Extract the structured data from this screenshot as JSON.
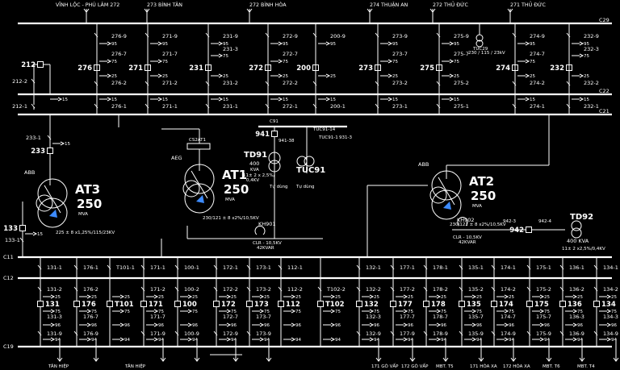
{
  "buses": {
    "c29": "C29",
    "c22": "C22",
    "c21": "C21",
    "c11": "C11",
    "c12": "C12",
    "c19": "C19",
    "c91": "C91"
  },
  "top_feeders": [
    {
      "name": "VĨNH LỘC - PHÚ LÂM 272"
    },
    {
      "name": "273 BÌNH TÂN"
    },
    {
      "name": "272 BÌNH HÒA"
    },
    {
      "name": "274 THUẬN AN"
    },
    {
      "name": "272 THỦ ĐỨC"
    },
    {
      "name": "271 THỦ ĐỨC"
    }
  ],
  "bays_110": [
    {
      "id": "212",
      "s1": "212-2",
      "s2": "212-1"
    },
    {
      "id": "276",
      "s0": "276-9",
      "s0b": "276-7",
      "s1": "276-2",
      "s2": "276-1"
    },
    {
      "id": "271",
      "s0": "271-9",
      "s0b": "271-7",
      "s1": "271-2",
      "s2": "271-1"
    },
    {
      "id": "231",
      "s0": "231-9",
      "s0m": "231-3",
      "s1": "231-2",
      "s2": "231-1"
    },
    {
      "id": "272",
      "s0": "272-9",
      "s0b": "272-7",
      "s1": "272-2",
      "s2": "272-1"
    },
    {
      "id": "200",
      "s0": "200-9",
      "s1": "",
      "s2": "200-1"
    },
    {
      "id": "273",
      "s0": "273-9",
      "s0b": "273-7",
      "s1": "273-2",
      "s2": "273-1"
    },
    {
      "id": "275",
      "s0": "275-9",
      "s0b": "275-7",
      "s1": "275-2",
      "s2": "275-1"
    },
    {
      "id": "274",
      "s0": "274-9",
      "s0b": "274-7",
      "s1": "274-2",
      "s2": "274-1"
    },
    {
      "id": "232",
      "s0": "232-9",
      "s0m": "232-3",
      "s1": "232-2",
      "s2": "232-1"
    }
  ],
  "tuc29": {
    "name": "TUC29",
    "spec": "230 / 115 / 23kV"
  },
  "transformers": {
    "at3": {
      "maker": "ABB",
      "name": "AT3",
      "mva": "250",
      "unit": "MVA",
      "spec": "225 ± 8 x1,25%/115/23KV"
    },
    "at1": {
      "maker": "AEG",
      "name": "AT1",
      "mva": "250",
      "unit": "MVA",
      "spec": "230/121 ± 8 x2%/10,5KV"
    },
    "at2": {
      "maker": "ABB",
      "name": "AT2",
      "mva": "250",
      "unit": "MVA",
      "spec": "230/121 ± 8 x2%/10,5KV"
    }
  },
  "aux": {
    "bay233_top": "233-1",
    "bay233": "233",
    "bay133": "133",
    "bay133_bot": "133-1",
    "cs2at1": "CS2AT1",
    "kh901": "KH901",
    "kh901_spec1": "CLR - 10,5KV",
    "kh901_spec2": "42KVAR",
    "kh902": "KH902",
    "kh902_spec1": "CLR - 10,5KV",
    "kh902_spec2": "42KVAR",
    "b941": "941",
    "s941": "941-38",
    "td91": "TD91",
    "td91_kva": "400",
    "td91_unit": "KVA",
    "td91_spec1": "11± 2 x 2,5%/",
    "td91_spec2": "0,4KV",
    "td91_use": "Tự dùng",
    "tuc91": "TUC91",
    "tuc91_1": "TUC91-14",
    "tuc91_2": "TUC91-1",
    "s931": "931-3",
    "b942": "942",
    "s942_3": "942-3",
    "s942_4": "942-4",
    "td92": "TD92",
    "td92_kva": "400 KVA",
    "td92_spec": "11± 2 x2,5%/0,4KV"
  },
  "bays_22": [
    {
      "s1": "131-1",
      "s2": "131-2",
      "cb": "131",
      "s3": "131-3",
      "s9": "131-9"
    },
    {
      "s1": "176-1",
      "s2": "176-2",
      "cb": "176",
      "s3": "176-7",
      "s9": "176-9"
    },
    {
      "s1": "T101-1",
      "s2": "",
      "cb": "T101",
      "s3": "",
      "s9": ""
    },
    {
      "s1": "171-1",
      "s2": "171-2",
      "cb": "171",
      "s3": "171-7",
      "s9": "171-9"
    },
    {
      "s1": "100-1",
      "s2": "100-2",
      "cb": "100",
      "s3": "",
      "s9": "100-9"
    },
    {
      "s1": "172-1",
      "s2": "172-2",
      "cb": "172",
      "s3": "172-7",
      "s9": "172-9"
    },
    {
      "s1": "173-1",
      "s2": "173-2",
      "cb": "173",
      "s3": "173-7",
      "s9": "173-9"
    },
    {
      "s1": "112-1",
      "s2": "112-2",
      "cb": "112",
      "s3": "",
      "s9": ""
    },
    {
      "s1": "",
      "s2": "T102-2",
      "cb": "T102",
      "s3": "",
      "s9": ""
    },
    {
      "s1": "132-1",
      "s2": "132-2",
      "cb": "132",
      "s3": "132-3",
      "s9": "132-9"
    },
    {
      "s1": "177-1",
      "s2": "177-2",
      "cb": "177",
      "s3": "177-7",
      "s9": "177-9"
    },
    {
      "s1": "178-1",
      "s2": "178-2",
      "cb": "178",
      "s3": "178-7",
      "s9": "178-9"
    },
    {
      "s1": "135-1",
      "s2": "135-2",
      "cb": "135",
      "s3": "135-7",
      "s9": "135-9"
    },
    {
      "s1": "174-1",
      "s2": "174-2",
      "cb": "174",
      "s3": "174-7",
      "s9": "174-9"
    },
    {
      "s1": "175-1",
      "s2": "175-2",
      "cb": "175",
      "s3": "175-7",
      "s9": "175-9"
    },
    {
      "s1": "136-1",
      "s2": "136-2",
      "cb": "136",
      "s3": "136-3",
      "s9": "136-9"
    },
    {
      "s1": "134-1",
      "s2": "134-2",
      "cb": "134",
      "s3": "134-3",
      "s9": "134-9"
    }
  ],
  "bottom_feeders": [
    "TÂN HIỆP",
    "TÂN HIỆP",
    "171 GÒ VẤP",
    "172 GÒ VẤP",
    "MBT. T5",
    "171 HÓA XA",
    "172 HÓA XA",
    "MBT. T6",
    "MBT. T4"
  ],
  "colors": {
    "line": "#ffffff",
    "breaker": "#ffffff",
    "background": "#000000",
    "winding_fill": "#3d8bff"
  }
}
